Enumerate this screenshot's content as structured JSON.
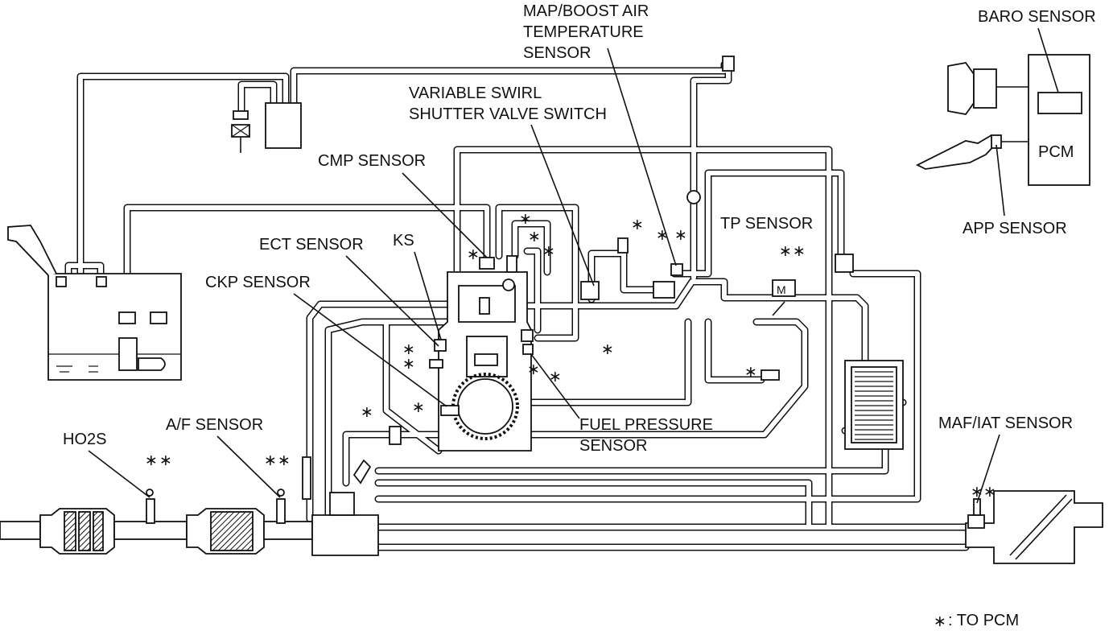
{
  "labels": {
    "map_boost": [
      "MAP/BOOST AIR",
      "TEMPERATURE",
      "SENSOR"
    ],
    "baro": "BARO SENSOR",
    "swirl": [
      "VARIABLE SWIRL",
      "SHUTTER VALVE SWITCH"
    ],
    "pcm": "PCM",
    "cmp": "CMP SENSOR",
    "tp": "TP SENSOR",
    "app": "APP SENSOR",
    "ect": "ECT SENSOR",
    "ks": "KS",
    "ckp": "CKP SENSOR",
    "fuel_pressure": [
      "FUEL PRESSURE",
      "SENSOR"
    ],
    "ho2s": "HO2S",
    "af": "A/F SENSOR",
    "maf_iat": "MAF/IAT SENSOR"
  },
  "legend": {
    "symbol": "∗",
    "text": ": TO PCM"
  }
}
